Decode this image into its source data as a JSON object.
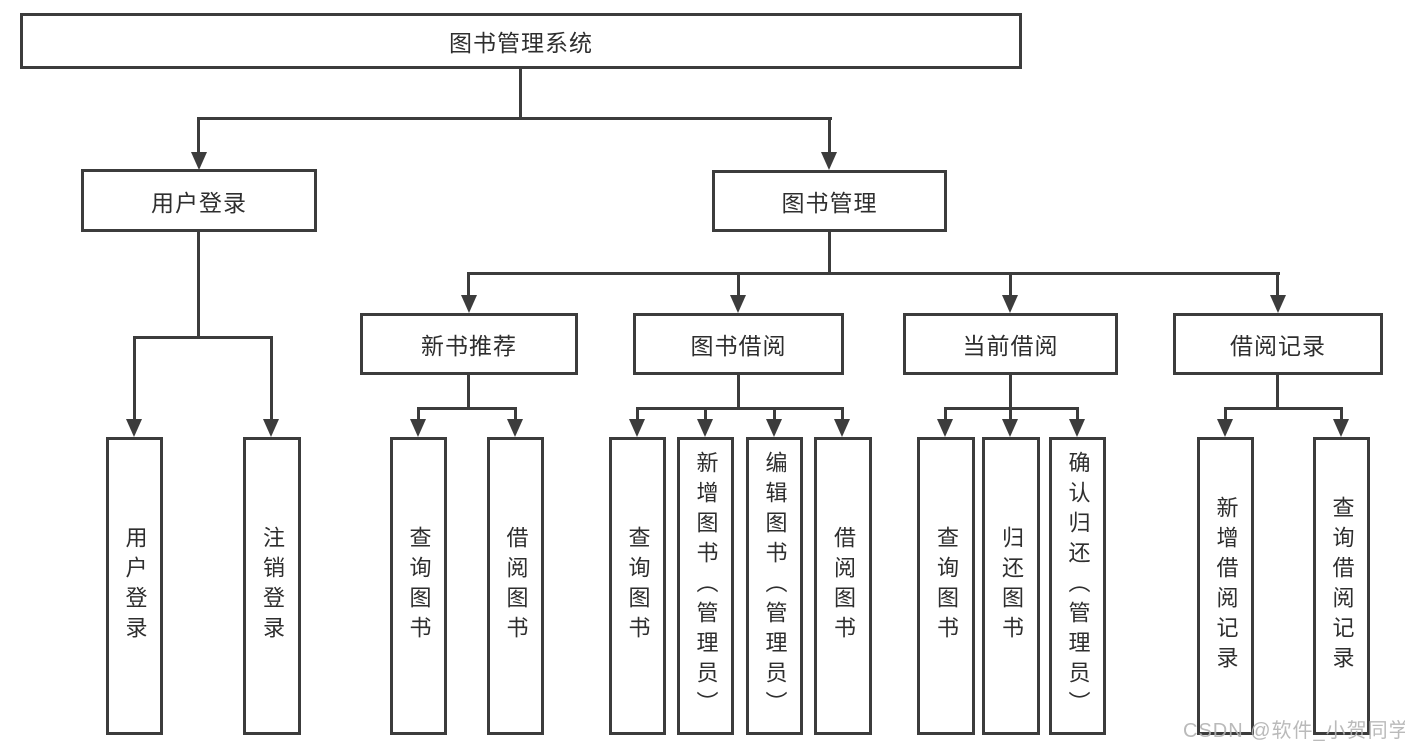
{
  "diagram": {
    "root": {
      "label": "图书管理系统"
    },
    "level2": [
      {
        "id": "user-login",
        "label": "用户登录"
      },
      {
        "id": "book-management",
        "label": "图书管理"
      }
    ],
    "level3": [
      {
        "id": "new-book-recommend",
        "label": "新书推荐",
        "parent": "book-management"
      },
      {
        "id": "book-borrow",
        "label": "图书借阅",
        "parent": "book-management"
      },
      {
        "id": "current-borrow",
        "label": "当前借阅",
        "parent": "book-management"
      },
      {
        "id": "borrow-records",
        "label": "借阅记录",
        "parent": "book-management"
      }
    ],
    "leaves": [
      {
        "id": "user-login-leaf",
        "label": "用户登录",
        "parent": "user-login"
      },
      {
        "id": "logout",
        "label": "注销登录",
        "parent": "user-login"
      },
      {
        "id": "query-books-recommend",
        "label": "查询图书",
        "parent": "new-book-recommend"
      },
      {
        "id": "borrow-books-recommend",
        "label": "借阅图书",
        "parent": "new-book-recommend"
      },
      {
        "id": "query-books-borrow",
        "label": "查询图书",
        "parent": "book-borrow"
      },
      {
        "id": "add-books-admin",
        "label": "新增图书（管理员）",
        "parent": "book-borrow"
      },
      {
        "id": "edit-books-admin",
        "label": "编辑图书（管理员）",
        "parent": "book-borrow"
      },
      {
        "id": "borrow-books",
        "label": "借阅图书",
        "parent": "book-borrow"
      },
      {
        "id": "query-books-current",
        "label": "查询图书",
        "parent": "current-borrow"
      },
      {
        "id": "return-books",
        "label": "归还图书",
        "parent": "current-borrow"
      },
      {
        "id": "confirm-return-admin",
        "label": "确认归还（管理员）",
        "parent": "current-borrow"
      },
      {
        "id": "add-borrow-record",
        "label": "新增借阅记录",
        "parent": "borrow-records"
      },
      {
        "id": "query-borrow-record",
        "label": "查询借阅记录",
        "parent": "borrow-records"
      }
    ]
  },
  "watermark": "CSDN @软件_小贺同学"
}
